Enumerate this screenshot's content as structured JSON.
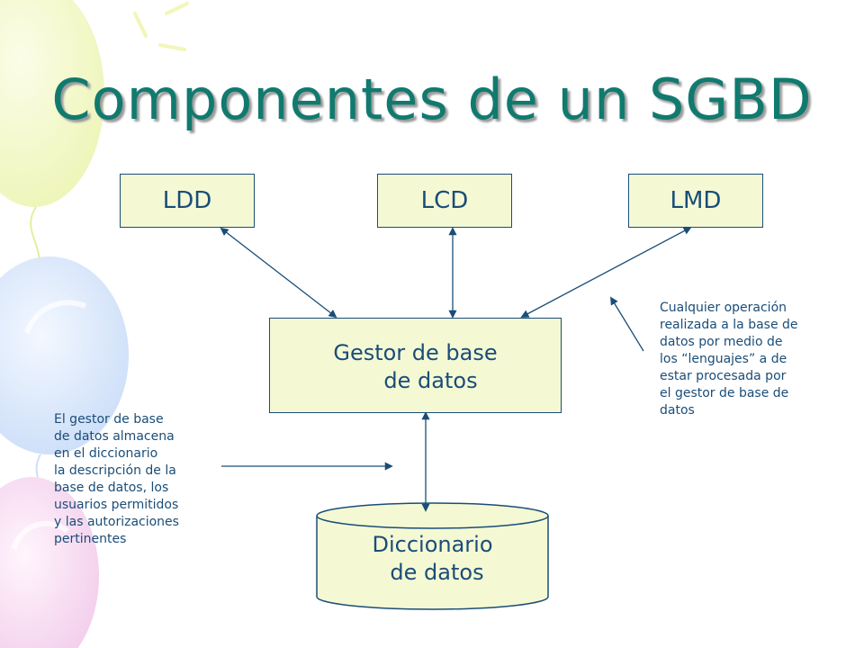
{
  "title": "Componentes de un SGBD",
  "boxes": {
    "ldd": "LDD",
    "lcd": "LCD",
    "lmd": "LMD",
    "gestor": {
      "line1": "Gestor de base",
      "line2": "de datos"
    },
    "diccionario": {
      "line1": "Diccionario",
      "line2": "de datos"
    }
  },
  "notes": {
    "left": [
      "El gestor de base",
      "de datos almacena",
      "en el diccionario",
      "la descripción de la",
      "base de datos, los",
      "usuarios permitidos",
      "y las autorizaciones",
      "pertinentes"
    ],
    "right": [
      "Cualquier operación",
      "realizada a la base de",
      "datos por medio de",
      "los “lenguajes” a de",
      "estar procesada por",
      "el gestor de base de",
      "datos"
    ]
  },
  "colors": {
    "title": "#117a6f",
    "box_fill": "#f4f9d4",
    "stroke": "#1a4d78"
  }
}
